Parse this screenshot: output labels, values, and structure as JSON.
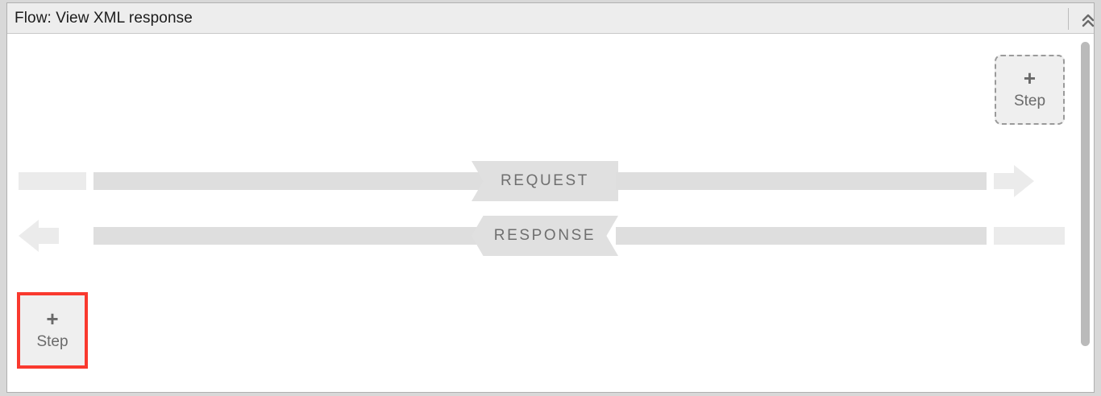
{
  "panel": {
    "header": {
      "title": "Flow: View XML response",
      "collapse_icon": "double-chevron-up-icon"
    },
    "colors": {
      "header_bg": "#ededed",
      "canvas_bg": "#ffffff",
      "bar_light": "#ebebeb",
      "bar_dark": "#dedede",
      "banner_fill": "#e0e0e0",
      "banner_text": "#6f6f6f",
      "step_fill": "#efefef",
      "step_dashed_border": "#9a9a9a",
      "highlight_border": "#f9392e",
      "scrollbar_thumb": "#bababa"
    }
  },
  "flow": {
    "rows": [
      {
        "id": "request",
        "label": "REQUEST",
        "direction": "right"
      },
      {
        "id": "response",
        "label": "RESPONSE",
        "direction": "left"
      }
    ],
    "steps": [
      {
        "id": "add-step-top",
        "plus": "+",
        "label": "Step",
        "state": "dashed"
      },
      {
        "id": "add-step-bottom",
        "plus": "+",
        "label": "Step",
        "state": "highlighted"
      }
    ]
  },
  "scrollbar": {
    "orientation": "vertical"
  }
}
